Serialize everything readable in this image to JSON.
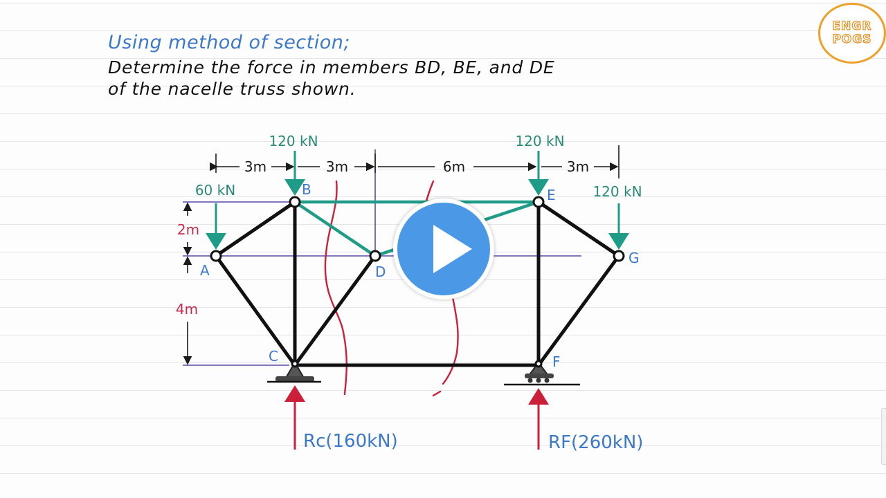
{
  "heading": "Using method of section;",
  "problem_lines": [
    "Determine the force in members BD, BE, and DE",
    "of the nacelle truss shown."
  ],
  "logo": {
    "line1": "ENGR",
    "line2": "POGS",
    "ring_color": "#f0a02a"
  },
  "colors": {
    "member": "#111111",
    "highlight_member": "#1f9c87",
    "load_arrow": "#1f9c87",
    "reaction_arrow": "#cc1f3a",
    "section_cut": "#cc1f3a",
    "dimension": "#1a1a1a",
    "guide_line": "#5a4aa8",
    "node_label": "#3b78c9",
    "load_label": "#2a8a78",
    "dim_label_vertical": "#c62a4a",
    "play_button": "#4a98e6"
  },
  "nodes": {
    "A": "A",
    "B": "B",
    "C": "C",
    "D": "D",
    "E": "E",
    "F": "F",
    "G": "G"
  },
  "loads": {
    "at_A": "60 kN",
    "at_B": "120 kN",
    "at_E": "120 kN",
    "at_G": "120 kN"
  },
  "dimensions": {
    "horizontal": [
      "3m",
      "3m",
      "6m",
      "3m"
    ],
    "vertical": [
      "2m",
      "4m"
    ]
  },
  "reactions": {
    "C": "Rc(160kN)",
    "F": "RF(260kN)"
  },
  "video": {
    "play_icon": "play-icon"
  }
}
